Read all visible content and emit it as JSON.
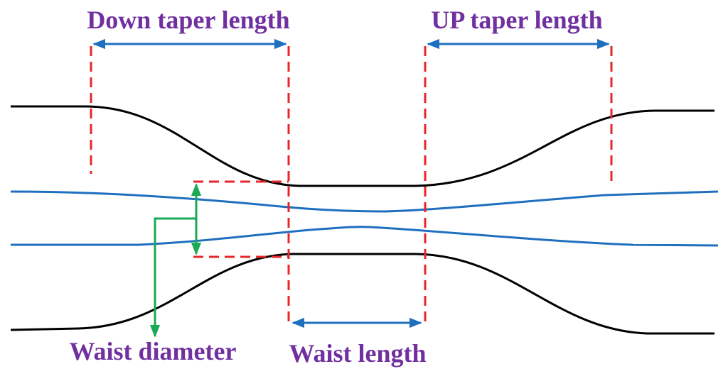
{
  "labels": {
    "down_taper_length": "Down taper length",
    "up_taper_length": "UP taper length",
    "waist_diameter": "Waist diameter",
    "waist_length": "Waist length"
  },
  "colors": {
    "label": "#7030a0",
    "outer_fiber": "#000000",
    "inner_core": "#1f6fbf",
    "section_marker": "#e8262a",
    "dimension_arrow": "#1f6fbf",
    "diameter_indicator": "#1aaa55"
  }
}
